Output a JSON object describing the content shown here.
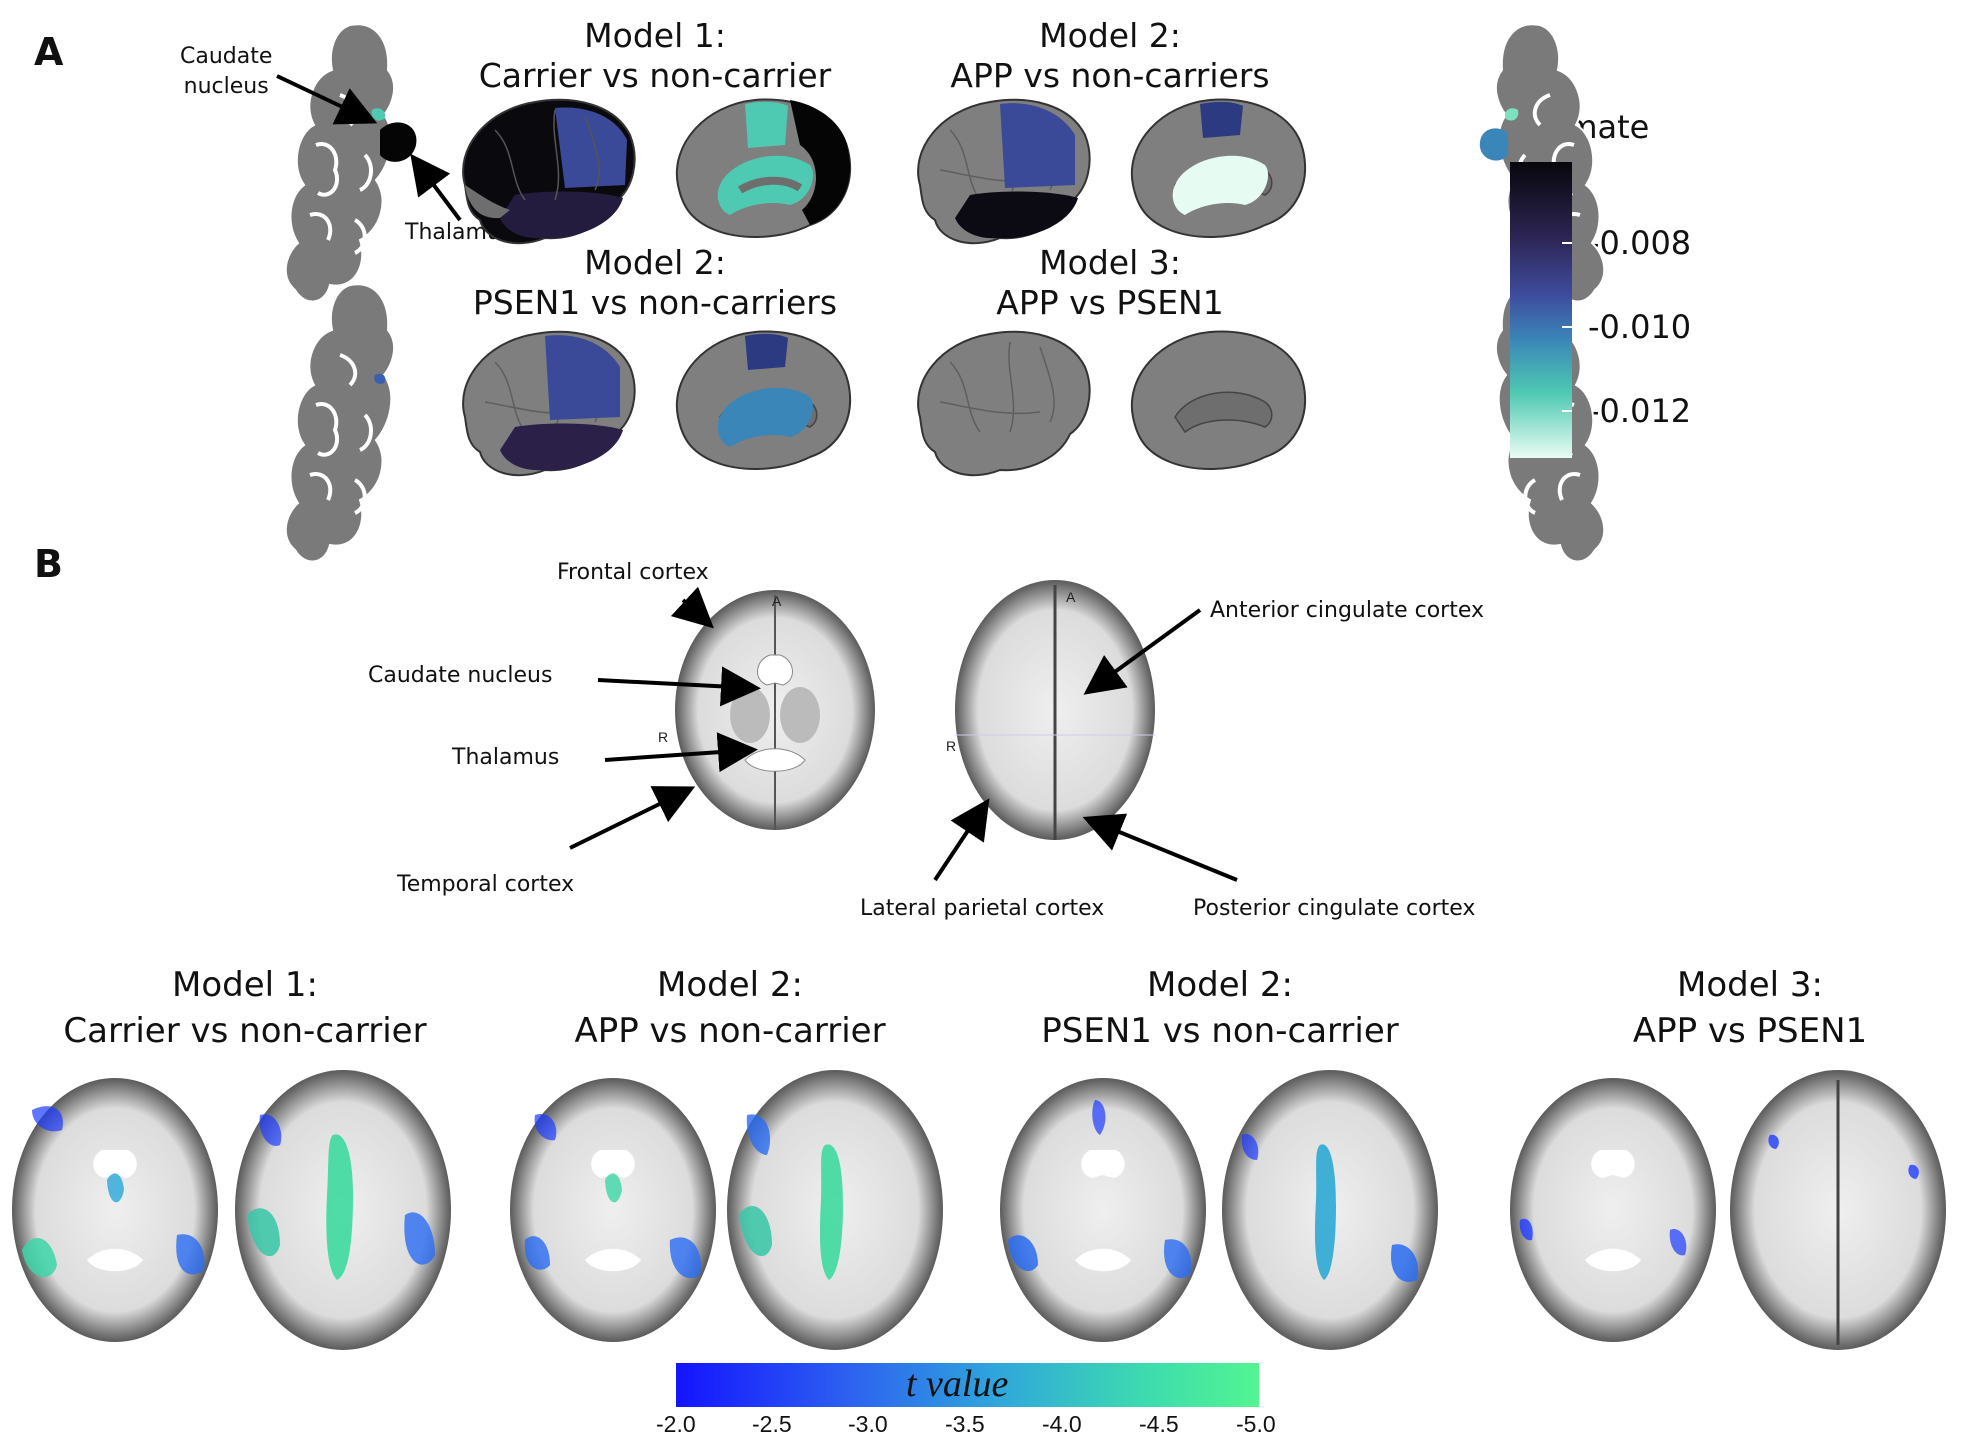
{
  "panel_a": {
    "label": "A",
    "titles": [
      {
        "line1": "Model 1:",
        "line2": "Carrier vs non-carrier"
      },
      {
        "line1": "Model 2:",
        "line2": "APP vs non-carriers"
      },
      {
        "line1": "Model 2:",
        "line2": "PSEN1 vs non-carriers"
      },
      {
        "line1": "Model 3:",
        "line2": "APP vs PSEN1"
      }
    ],
    "annotations": {
      "caudate": "Caudate\nnucleus",
      "caudate_l1": "Caudate",
      "caudate_l2": "nucleus",
      "thalamus": "Thalamus"
    },
    "legend": {
      "title": "Estimate",
      "ticks": [
        "-0.008",
        "-0.010",
        "-0.012"
      ],
      "colors": [
        "#0b0a12",
        "#2a2048",
        "#3f4fa0",
        "#3a7fb6",
        "#47b8b0",
        "#7fe0c0",
        "#e6fbf1"
      ]
    }
  },
  "panel_b": {
    "label": "B",
    "annotations": {
      "frontal": "Frontal cortex",
      "caudate": "Caudate nucleus",
      "thalamus": "Thalamus",
      "temporal": "Temporal cortex",
      "anterior_cingulate": "Anterior cingulate cortex",
      "lateral_parietal": "Lateral parietal cortex",
      "posterior_cingulate": "Posterior cingulate cortex"
    },
    "orientation": {
      "anterior": "A",
      "right": "R"
    },
    "titles": [
      {
        "line1": "Model 1:",
        "line2": "Carrier vs non-carrier"
      },
      {
        "line1": "Model 2:",
        "line2": "APP vs non-carrier"
      },
      {
        "line1": "Model 2:",
        "line2": "PSEN1 vs non-carrier"
      },
      {
        "line1": "Model 3:",
        "line2": "APP vs PSEN1"
      }
    ],
    "colorbar": {
      "title": "t value",
      "ticks": [
        "-2.0",
        "-2.5",
        "-3.0",
        "-3.5",
        "-4.0",
        "-4.5",
        "-5.0"
      ],
      "colors": [
        "#1010ff",
        "#2a5cf5",
        "#2aa0e0",
        "#33d8a8",
        "#4cf590"
      ]
    }
  }
}
